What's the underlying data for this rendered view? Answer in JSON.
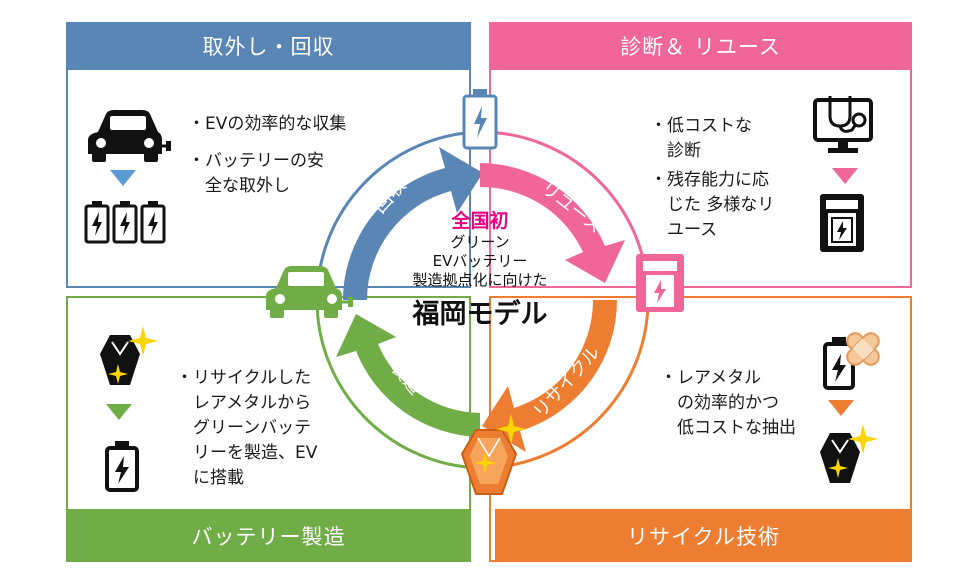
{
  "panels": {
    "removal": {
      "title": "取外し・回収",
      "bullets": [
        "・EVの効率的な収集",
        "・バッテリーの安",
        "　全な取外し"
      ],
      "color": "#5a86b6"
    },
    "diagnosis": {
      "title": "診断＆ リユース",
      "bullets": [
        "・低コストな",
        "　診断",
        "・残存能力に応",
        "　じた 多様なリ",
        "　ユース"
      ],
      "color": "#f06699"
    },
    "manufacture": {
      "title": "バッテリー製造",
      "bullets": [
        "・リサイクルした",
        "　レアメタルから",
        "　グリーンバッテ",
        "　リーを製造、EV",
        "　に搭載"
      ],
      "color": "#70ad47"
    },
    "recycle": {
      "title": "リサイクル技術",
      "bullets": [
        "・レアメタル",
        "　の効率的かつ",
        "　低コストな抽出"
      ],
      "color": "#ed7d31"
    }
  },
  "cycle": {
    "arrow_collect": "回収",
    "arrow_reuse": "リユース",
    "arrow_recycle": "リサイクル",
    "arrow_manufacture": "製造"
  },
  "center": {
    "highlight": "全国初",
    "line1": "グリーン",
    "line2": "EVバッテリー",
    "line3": "製造拠点化に向けた",
    "title": "福岡モデル",
    "highlight_color": "#e6007e"
  },
  "icons": {
    "car": "car-icon",
    "battery": "battery-icon",
    "monitor": "diagnosis-monitor-icon",
    "station": "charging-station-icon",
    "gem": "rare-metal-gem-icon",
    "sparkle": "sparkle-icon",
    "bandage": "bandage-icon"
  }
}
